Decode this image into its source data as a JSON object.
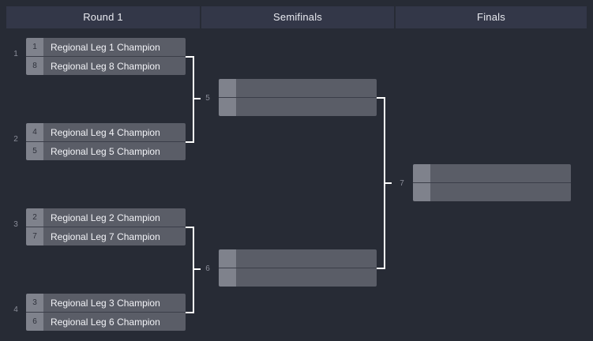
{
  "rounds": [
    {
      "label": "Round 1"
    },
    {
      "label": "Semifinals"
    },
    {
      "label": "Finals"
    }
  ],
  "colors": {
    "background": "#272b35",
    "header_bg": "#333748",
    "header_text": "#e9eaf0",
    "seed_bg": "#7f828c",
    "seed_text": "#2e313b",
    "competitor_bg": "#5a5d67",
    "competitor_text": "#f2f3f7",
    "connector": "#ffffff",
    "match_number": "#8a8d99"
  },
  "matches": [
    {
      "number": "1",
      "round": "Round 1",
      "slots": [
        {
          "seed": "1",
          "name": "Regional Leg 1 Champion"
        },
        {
          "seed": "8",
          "name": "Regional Leg 8 Champion"
        }
      ]
    },
    {
      "number": "2",
      "round": "Round 1",
      "slots": [
        {
          "seed": "4",
          "name": "Regional Leg 4 Champion"
        },
        {
          "seed": "5",
          "name": "Regional Leg 5 Champion"
        }
      ]
    },
    {
      "number": "3",
      "round": "Round 1",
      "slots": [
        {
          "seed": "2",
          "name": "Regional Leg 2 Champion"
        },
        {
          "seed": "7",
          "name": "Regional Leg 7 Champion"
        }
      ]
    },
    {
      "number": "4",
      "round": "Round 1",
      "slots": [
        {
          "seed": "3",
          "name": "Regional Leg 3 Champion"
        },
        {
          "seed": "6",
          "name": "Regional Leg 6 Champion"
        }
      ]
    },
    {
      "number": "5",
      "round": "Semifinals",
      "slots": [
        {
          "seed": "",
          "name": ""
        },
        {
          "seed": "",
          "name": ""
        }
      ]
    },
    {
      "number": "6",
      "round": "Semifinals",
      "slots": [
        {
          "seed": "",
          "name": ""
        },
        {
          "seed": "",
          "name": ""
        }
      ]
    },
    {
      "number": "7",
      "round": "Finals",
      "slots": [
        {
          "seed": "",
          "name": ""
        },
        {
          "seed": "",
          "name": ""
        }
      ]
    }
  ]
}
